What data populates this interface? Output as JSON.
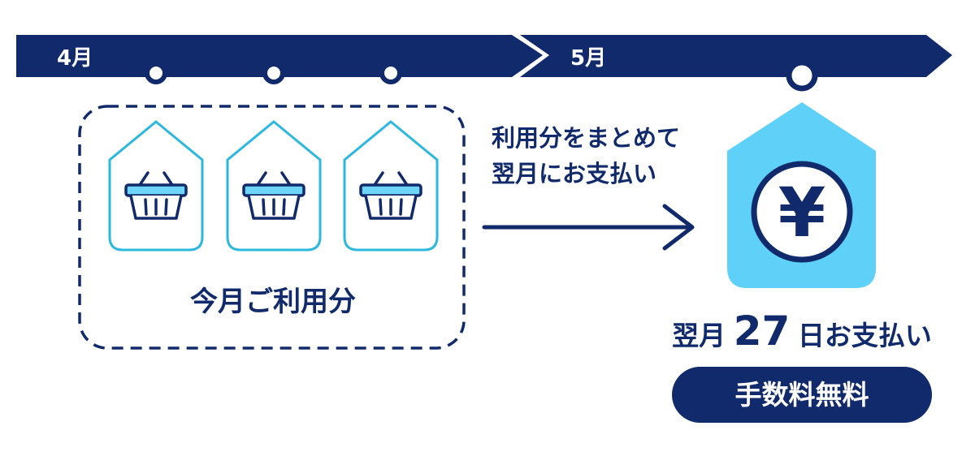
{
  "timeline": {
    "month1": "4月",
    "month2": "5月"
  },
  "current_usage": {
    "label": "今月ご利用分",
    "items": [
      {
        "icon": "basket-icon"
      },
      {
        "icon": "basket-icon"
      },
      {
        "icon": "basket-icon"
      }
    ]
  },
  "arrow_note": {
    "line1": "利用分をまとめて",
    "line2": "翌月にお支払い"
  },
  "payment": {
    "icon": "yen-icon",
    "symbol": "¥",
    "prefix": "翌月",
    "day": "27",
    "suffix": "日お支払い",
    "badge": "手数料無料"
  },
  "colors": {
    "navy": "#102a6b",
    "cyan_outline": "#2cb8df",
    "tag_fill": "#5fd0f7",
    "tag_light": "#ffffff"
  }
}
